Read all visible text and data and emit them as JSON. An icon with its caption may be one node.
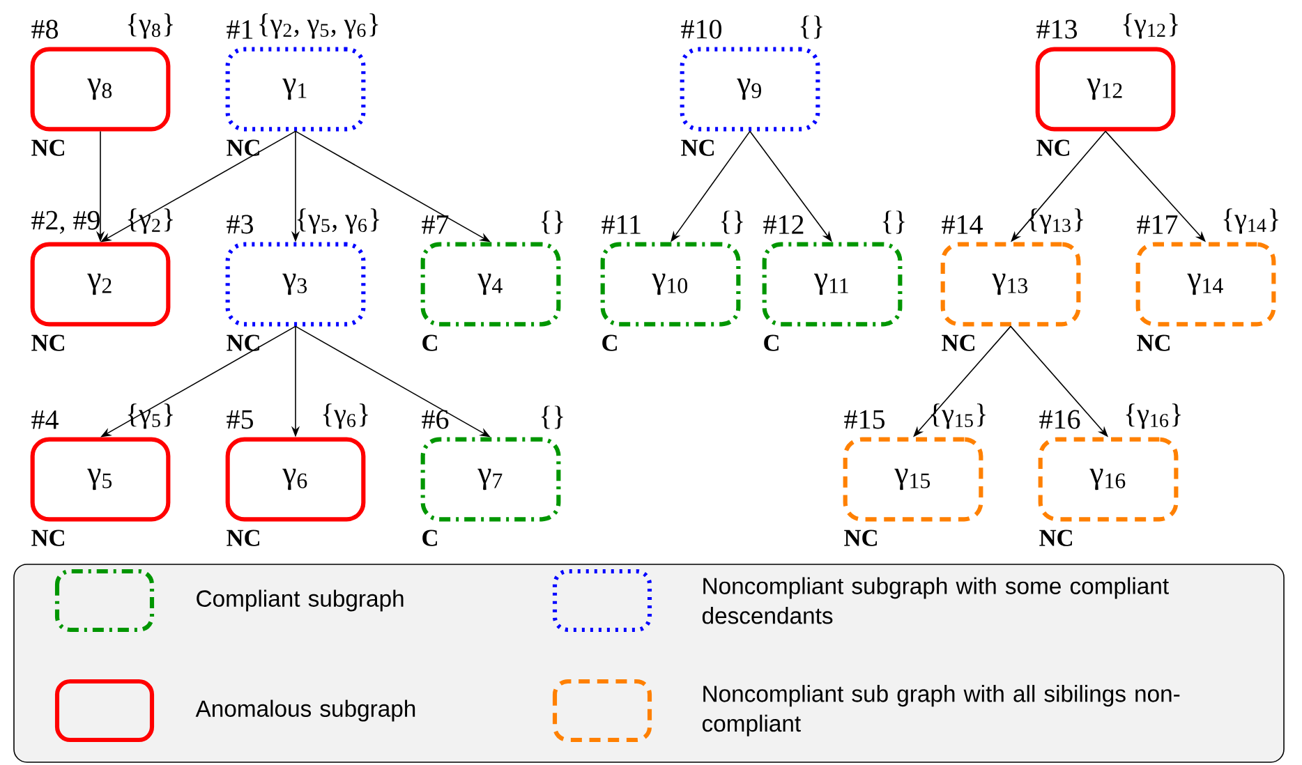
{
  "diagram": {
    "nodes": [
      {
        "text": [
          "γ$_{8}$"
        ],
        "beside": [
          "#8",
          "{γ$_{8}$}",
          "NC"
        ]
      },
      {
        "text": [
          "γ$_{1}$"
        ],
        "beside": [
          "#1",
          "{γ$_{2}$, γ$_{5}$, γ$_{6}$}",
          "NC"
        ]
      },
      {
        "text": [
          "γ$_{9}$"
        ],
        "beside": [
          "#10",
          "{}",
          "NC"
        ]
      },
      {
        "text": [
          "γ$_{12}$"
        ],
        "beside": [
          "#13",
          "{γ$_{12}$}",
          "NC"
        ]
      },
      {
        "text": [
          "γ$_{2}$"
        ],
        "beside": [
          "#2, #9",
          "{γ$_{2}$}",
          "NC"
        ]
      },
      {
        "text": [
          "γ$_{3}$"
        ],
        "beside": [
          "#3",
          "{γ$_{5}$, γ$_{6}$}",
          "NC"
        ]
      },
      {
        "text": [
          "γ$_{4}$"
        ],
        "beside": [
          "#7",
          "{}",
          "C"
        ]
      },
      {
        "text": [
          "γ$_{10}$"
        ],
        "beside": [
          "#11",
          "{}",
          "C"
        ]
      },
      {
        "text": [
          "γ$_{11}$"
        ],
        "beside": [
          "#12",
          "{}",
          "C"
        ]
      },
      {
        "text": [
          "γ$_{13}$"
        ],
        "beside": [
          "#14",
          "{γ$_{13}$}",
          "NC"
        ]
      },
      {
        "text": [
          "γ$_{14}$"
        ],
        "beside": [
          "#17",
          "{γ$_{14}$}",
          "NC"
        ]
      },
      {
        "text": [
          "γ$_{5}$"
        ],
        "beside": [
          "#4",
          "{γ$_{5}$}",
          "NC"
        ]
      },
      {
        "text": [
          "γ$_{6}$"
        ],
        "beside": [
          "#5",
          "{γ$_{6}$}",
          "NC"
        ]
      },
      {
        "text": [
          "γ$_{7}$"
        ],
        "beside": [
          "#6",
          "{}",
          "C"
        ]
      },
      {
        "text": [
          "γ$_{15}$"
        ],
        "beside": [
          "#15",
          "{γ$_{15}$}",
          "NC"
        ]
      },
      {
        "text": [
          "γ$_{16}$"
        ],
        "beside": [
          "#16",
          "{γ$_{16}$}",
          "NC"
        ]
      }
    ],
    "edges": [
      {
        "from": 0,
        "to": 4,
        "arrow": "to"
      },
      {
        "from": 1,
        "to": 4,
        "arrow": "to"
      },
      {
        "from": 1,
        "to": 5,
        "arrow": "to"
      },
      {
        "from": 1,
        "to": 6,
        "arrow": "to"
      },
      {
        "from": 5,
        "to": 11,
        "arrow": "to"
      },
      {
        "from": 5,
        "to": 12,
        "arrow": "to"
      },
      {
        "from": 5,
        "to": 13,
        "arrow": "to"
      },
      {
        "from": 2,
        "to": 7,
        "arrow": "to"
      },
      {
        "from": 2,
        "to": 8,
        "arrow": "to"
      },
      {
        "from": 3,
        "to": 9,
        "arrow": "to"
      },
      {
        "from": 3,
        "to": 10,
        "arrow": "to"
      },
      {
        "from": 9,
        "to": 14,
        "arrow": "to"
      },
      {
        "from": 9,
        "to": 15,
        "arrow": "to"
      }
    ],
    "legend": [
      {
        "text": "Compliant subgraph"
      },
      {
        "text": "Noncompliant subgraph with some compliant descendants"
      },
      {
        "text": "Anomalous subgraph"
      },
      {
        "text": "Noncompliant sub graph with all sibilings non-compliant"
      }
    ]
  }
}
